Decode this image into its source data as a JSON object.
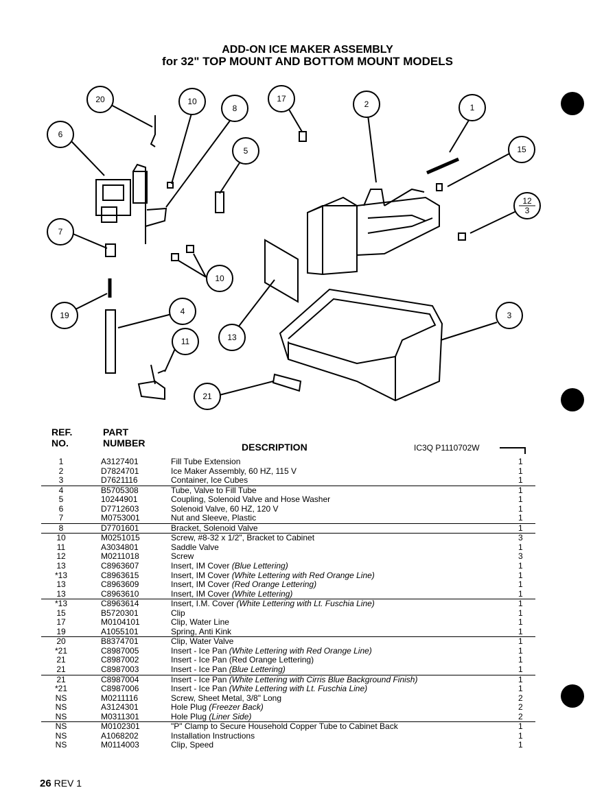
{
  "title": {
    "line1": "ADD-ON ICE MAKER ASSEMBLY",
    "line2": "for 32\" TOP MOUNT AND BOTTOM MOUNT MODELS"
  },
  "callouts": [
    "20",
    "10",
    "8",
    "17",
    "2",
    "1",
    "6",
    "5",
    "15",
    "12",
    "3",
    "7",
    "10",
    "19",
    "4",
    "13",
    "3",
    "11",
    "21"
  ],
  "headers": {
    "ref": "REF.",
    "ref2": "NO.",
    "part": "PART",
    "part2": "NUMBER",
    "description": "DESCRIPTION",
    "code": "IC3Q P1110702W"
  },
  "parts": [
    {
      "ref": "1",
      "pn": "A3127401",
      "desc": "Fill Tube Extension",
      "qty": "1"
    },
    {
      "ref": "2",
      "pn": "D7824701",
      "desc": "Ice Maker Assembly, 60 HZ, 115 V",
      "qty": "1"
    },
    {
      "ref": "3",
      "pn": "D7621116",
      "desc": "Container, Ice Cubes",
      "qty": "1"
    },
    {
      "ref": "4",
      "pn": "B5705308",
      "desc": "Tube, Valve to Fill Tube",
      "qty": "1"
    },
    {
      "ref": "5",
      "pn": "10244901",
      "desc": "Coupling, Solenoid Valve and Hose Washer",
      "qty": "1"
    },
    {
      "ref": "6",
      "pn": "D7712603",
      "desc": "Solenoid Valve, 60 HZ, 120 V",
      "qty": "1"
    },
    {
      "ref": "7",
      "pn": "M0753001",
      "desc": "Nut and Sleeve, Plastic",
      "qty": "1"
    },
    {
      "ref": "8",
      "pn": "D7701601",
      "desc": "Bracket, Solenoid Valve",
      "qty": "1"
    },
    {
      "ref": "10",
      "pn": "M0251015",
      "desc": "Screw, #8-32 x 1/2\", Bracket to Cabinet",
      "qty": "3"
    },
    {
      "ref": "11",
      "pn": "A3034801",
      "desc": "Saddle Valve",
      "qty": "1"
    },
    {
      "ref": "12",
      "pn": "M0211018",
      "desc": "Screw",
      "qty": "3"
    },
    {
      "ref": "13",
      "pn": "C8963607",
      "desc": "Insert, IM Cover ",
      "ital": "(Blue Lettering)",
      "qty": "1"
    },
    {
      "ref": "*13",
      "pn": "C8963615",
      "desc": "Insert, IM Cover ",
      "ital": "(White Lettering with Red Orange Line)",
      "qty": "1"
    },
    {
      "ref": "13",
      "pn": "C8963609",
      "desc": "Insert, IM Cover ",
      "ital": "(Red Orange Lettering)",
      "qty": "1"
    },
    {
      "ref": "13",
      "pn": "C8963610",
      "desc": "Insert, IM Cover ",
      "ital": "(White Lettering)",
      "qty": "1"
    },
    {
      "ref": "*13",
      "pn": "C8963614",
      "desc": "Insert, I.M. Cover ",
      "ital": "(White Lettering with Lt. Fuschia Line)",
      "qty": "1"
    },
    {
      "ref": "15",
      "pn": "B5720301",
      "desc": "Clip",
      "qty": "1"
    },
    {
      "ref": "17",
      "pn": "M0104101",
      "desc": "Clip, Water Line",
      "qty": "1"
    },
    {
      "ref": "19",
      "pn": "A1055101",
      "desc": "Spring, Anti Kink",
      "qty": "1"
    },
    {
      "ref": "20",
      "pn": "B8374701",
      "desc": "Clip, Water Valve",
      "qty": "1"
    },
    {
      "ref": "*21",
      "pn": "C8987005",
      "desc": "Insert - Ice Pan ",
      "ital": "(White Lettering with Red Orange Line)",
      "qty": "1"
    },
    {
      "ref": "21",
      "pn": "C8987002",
      "desc": "Insert - Ice Pan (Red Orange Lettering)",
      "qty": "1"
    },
    {
      "ref": "21",
      "pn": "C8987003",
      "desc": "Insert - Ice Pan ",
      "ital": "(Blue Lettering)",
      "qty": "1"
    },
    {
      "ref": "21",
      "pn": "C8987004",
      "desc": "Insert - Ice Pan ",
      "ital": "(White Lettering with Cirris Blue Background Finish)",
      "qty": "1"
    },
    {
      "ref": "*21",
      "pn": "C8987006",
      "desc": "Insert - Ice Pan ",
      "ital": "(White Lettering with Lt. Fuschia Line)",
      "qty": "1"
    },
    {
      "ref": "NS",
      "pn": "M0211116",
      "desc": "Screw, Sheet Metal, 3/8\" Long",
      "qty": "2"
    },
    {
      "ref": "NS",
      "pn": "A3124301",
      "desc": "Hole Plug ",
      "ital": "(Freezer Back)",
      "qty": "2"
    },
    {
      "ref": "NS",
      "pn": "M0311301",
      "desc": "Hole Plug ",
      "ital": "(Liner Side)",
      "qty": "2"
    },
    {
      "ref": "NS",
      "pn": "M0102301",
      "desc": "\"P\" Clamp to Secure Household Copper Tube to Cabinet Back",
      "qty": "1"
    },
    {
      "ref": "NS",
      "pn": "A1068202",
      "desc": "Installation Instructions",
      "qty": "1"
    },
    {
      "ref": "NS",
      "pn": "M0114003",
      "desc": "Clip, Speed",
      "qty": "1"
    }
  ],
  "footer": {
    "page": "26",
    "rev": "REV 1"
  }
}
